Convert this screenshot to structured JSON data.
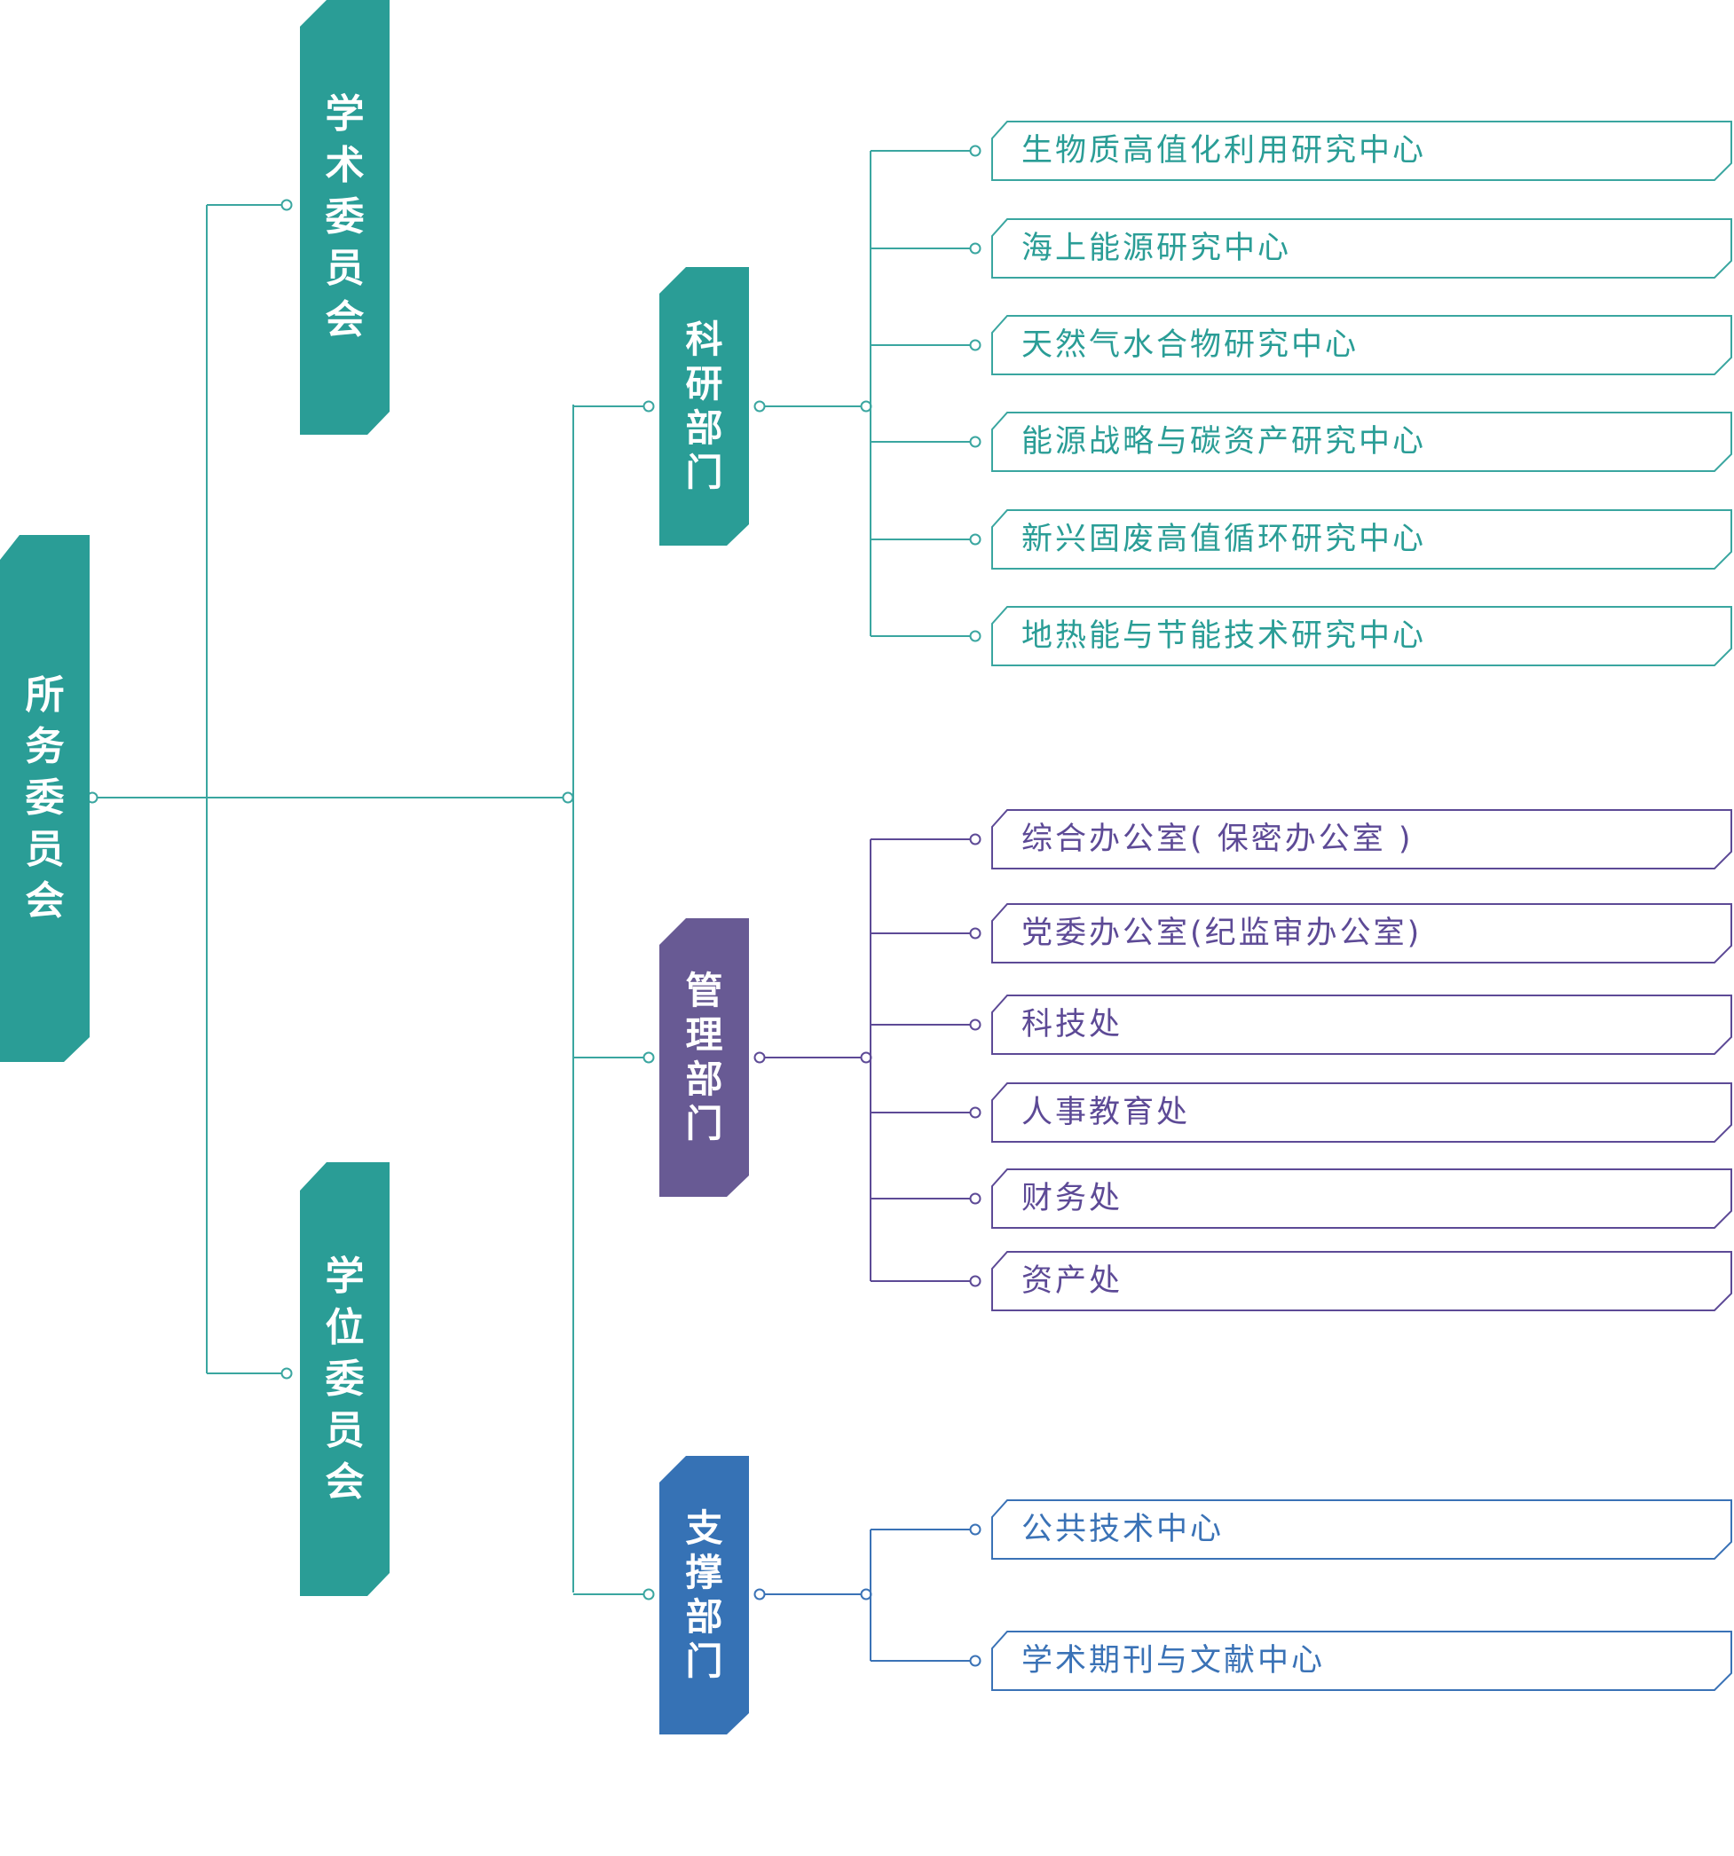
{
  "colors": {
    "teal": "#2a9d96",
    "purple": "#685a94",
    "blue": "#3672b5",
    "teal_line": "#3aa6a0",
    "purple_line": "#5d4a96",
    "blue_line": "#3a72b6"
  },
  "root": {
    "label": "所务委员会"
  },
  "committees": [
    {
      "label": "学术委员会"
    },
    {
      "label": "学位委员会"
    }
  ],
  "departments": [
    {
      "label": "科研部门",
      "color": "teal",
      "items": [
        "生物质高值化利用研究中心",
        "海上能源研究中心",
        "天然气水合物研究中心",
        "能源战略与碳资产研究中心",
        "新兴固废高值循环研究中心",
        "地热能与节能技术研究中心"
      ]
    },
    {
      "label": "管理部门",
      "color": "purple",
      "items": [
        "综合办公室( 保密办公室 )",
        "党委办公室(纪监审办公室)",
        "科技处",
        "人事教育处",
        "财务处",
        "资产处"
      ]
    },
    {
      "label": "支撑部门",
      "color": "blue",
      "items": [
        "公共技术中心",
        "学术期刊与文献中心"
      ]
    }
  ]
}
